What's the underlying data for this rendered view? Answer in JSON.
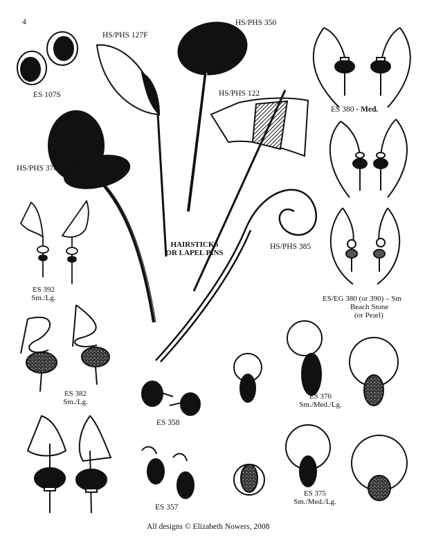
{
  "page": {
    "number": "4"
  },
  "colors": {
    "ink": "#111111",
    "paper": "#ffffff"
  },
  "headline": {
    "line1": "HAIRSTICKS",
    "line2": "OR LAPEL PINS"
  },
  "items": {
    "es107s": {
      "code": "ES 107S"
    },
    "hsphs127f": {
      "code": "HS/PHS 127F"
    },
    "hsphs350": {
      "code": "HS/PHS 350"
    },
    "hsphs122": {
      "code": "HS/PHS 122"
    },
    "es380": {
      "code": "ES 380",
      "size": " - Med."
    },
    "hsphs370": {
      "code": "HS/PHS 370"
    },
    "hsphs385": {
      "code": "HS/PHS 385"
    },
    "es392": {
      "code": "ES 392",
      "size": "Sm./Lg."
    },
    "eseg380": {
      "line1": "ES/EG 380 (or 390) – Sm",
      "line2": "Beach Stone",
      "line3": "(or Pearl)"
    },
    "es382": {
      "code": "ES 382",
      "size": "Sm./Lg."
    },
    "es376": {
      "code": "ES 376",
      "size": "Sm./Med./Lg."
    },
    "es358": {
      "code": "ES 358"
    },
    "es357": {
      "code": "ES 357"
    },
    "es375": {
      "code": "ES 375",
      "size": "Sm./Med./Lg."
    }
  },
  "footer": {
    "copyright": "All designs © Elizabeth Nowers, 2008"
  }
}
